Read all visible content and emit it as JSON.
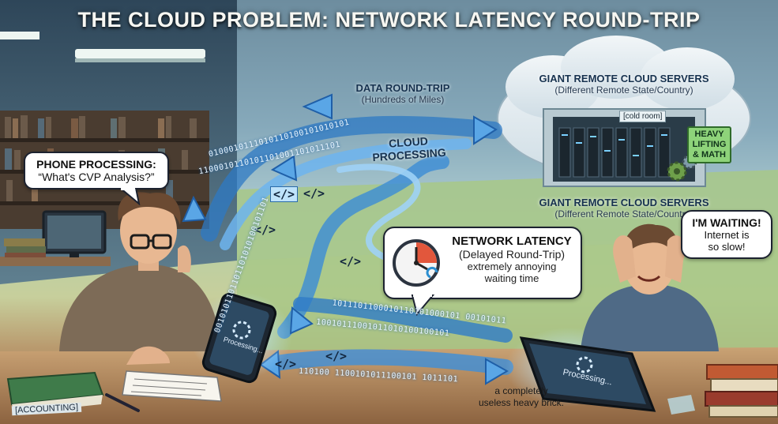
{
  "title": "THE CLOUD PROBLEM: NETWORK LATENCY ROUND-TRIP",
  "data_round_trip": {
    "title": "DATA ROUND-TRIP",
    "subtitle": "(Hundreds of Miles)"
  },
  "cloud_processing": "CLOUD PROCESSING",
  "servers_top": {
    "title": "GIANT REMOTE CLOUD SERVERS",
    "subtitle": "(Different Remote State/Country)"
  },
  "servers_bottom": {
    "title": "GIANT REMOTE CLOUD SERVERS",
    "subtitle": "(Different Remote State/Country)"
  },
  "cold_room": "[cold room]",
  "heavy_sign": {
    "line1": "HEAVY",
    "line2": "LIFTING",
    "line3": "& MATH"
  },
  "phone_bubble": {
    "title": "PHONE PROCESSING:",
    "text": "“What's CVP Analysis?”"
  },
  "latency_bubble": {
    "title": "NETWORK LATENCY",
    "subtitle": "(Delayed Round-Trip)",
    "line1": "extremely annoying",
    "line2": "waiting time"
  },
  "waiting_bubble": {
    "title": "I'M WAITING!",
    "line1": "Internet is",
    "line2": "so slow!"
  },
  "phone_left_text": "Processing...",
  "phone_right_text": "Processing...",
  "brick_text": {
    "line1": "a completely",
    "line2": "useless heavy brick."
  },
  "book_label": "[ACCOUNTING]",
  "code_tags": [
    "</>",
    "</>",
    "</>",
    "</>",
    "</>",
    "</>"
  ],
  "binary_streams": [
    "0100010111010110100101010101",
    "1100010110101101001101011101",
    "0010101101101101010100101101",
    "1011101100010110101000101 00101011",
    "110100 1100101011100101 1011101",
    "10010111001011010100100101"
  ],
  "colors": {
    "arrow": "#5aa6e6",
    "arrow_dark": "#1f5fa8",
    "clock_red": "#e2573c"
  }
}
